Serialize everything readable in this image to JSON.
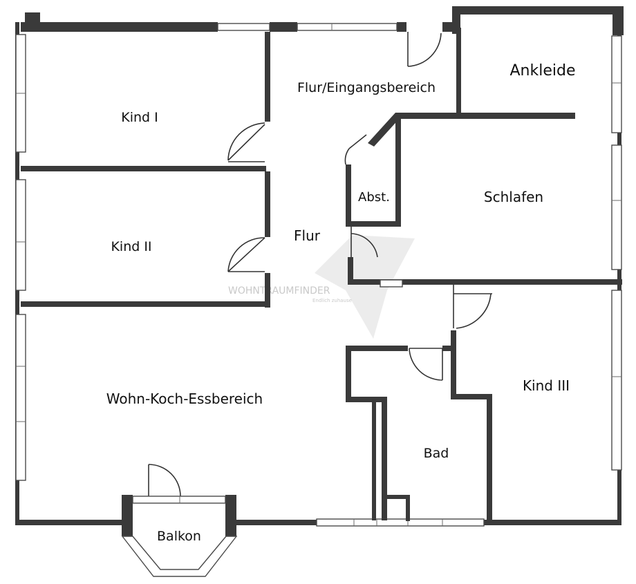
{
  "rooms": {
    "kind1": "Kind I",
    "flur_eingang": "Flur/Eingangsbereich",
    "ankleide": "Ankleide",
    "abstell": "Abst.",
    "schlafen": "Schlafen",
    "kind2": "Kind II",
    "flur": "Flur",
    "wohn": "Wohn-Koch-Essbereich",
    "kind3": "Kind III",
    "bad": "Bad",
    "balkon": "Balkon"
  },
  "watermark": {
    "brand": "WOHNTRAUMFINDER",
    "tagline": "Endlich zuhause"
  },
  "colors": {
    "wall": "#3a3a3a",
    "background": "#ffffff",
    "text": "#111111"
  }
}
